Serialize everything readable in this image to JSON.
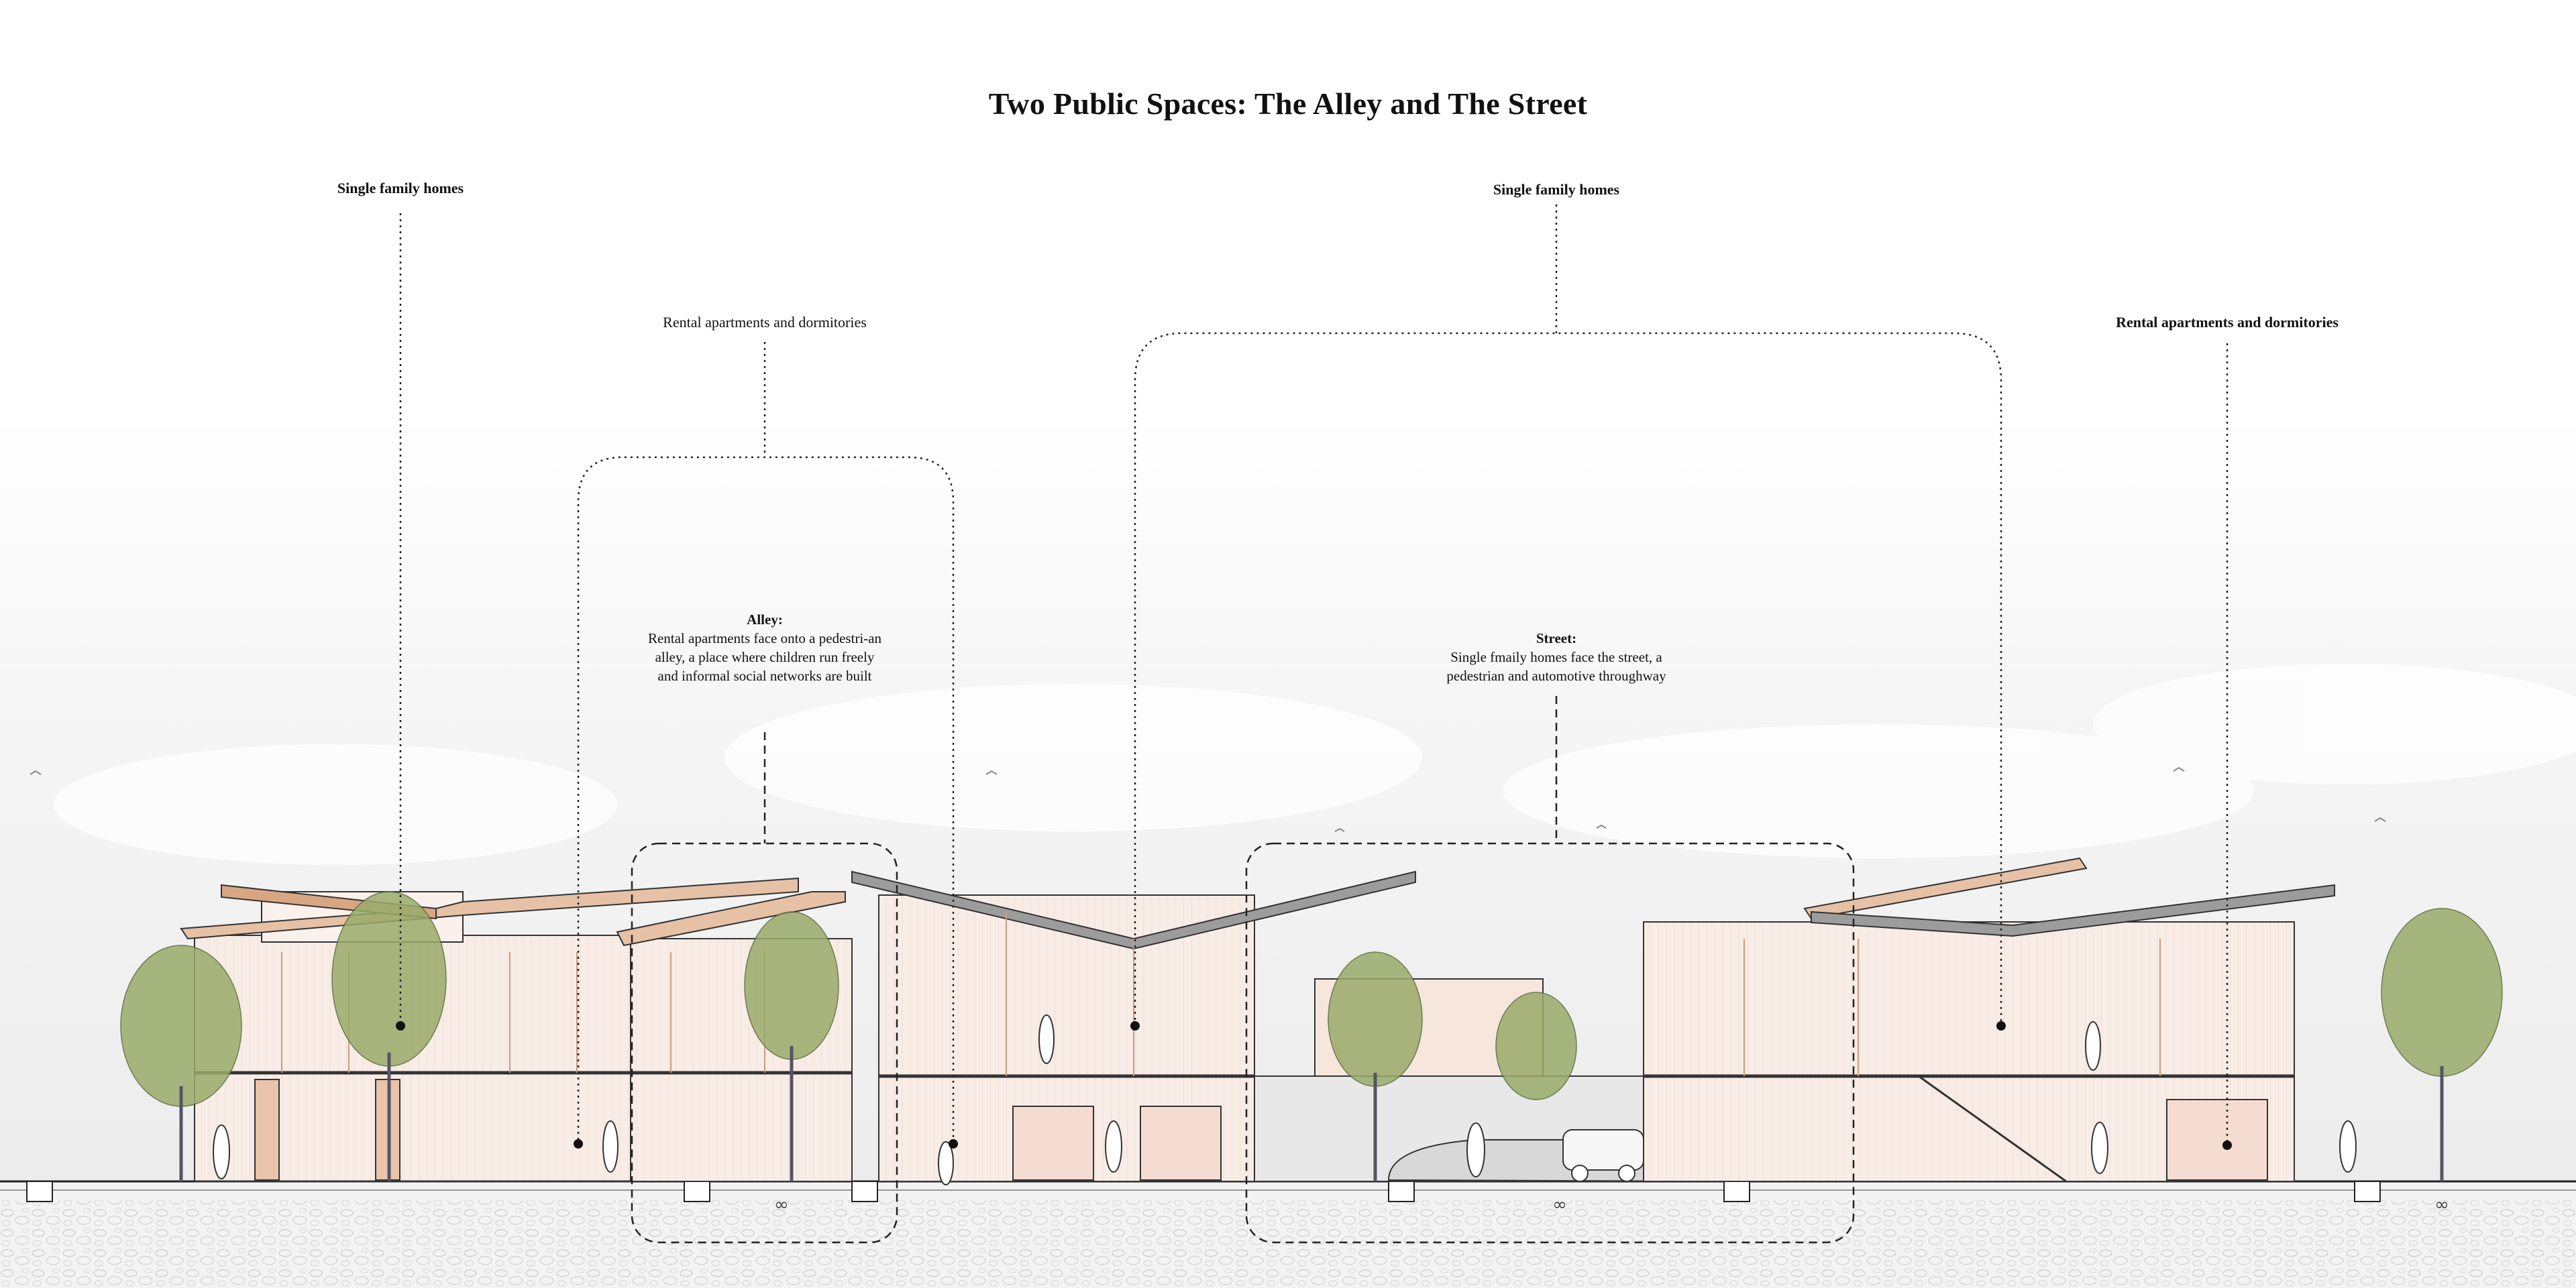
{
  "title": "Two Public Spaces: The Alley and The Street",
  "leaders": {
    "single_family_left": "Single family homes",
    "rental_left": "Rental apartments and dormitories",
    "single_family_center": "Single family homes",
    "rental_right": "Rental apartments and dormitories"
  },
  "callouts": {
    "alley": {
      "heading": "Alley:",
      "body": "Rental apartments face onto a pedestri-an alley, a place where children run freely and informal social networks are built"
    },
    "street": {
      "heading": "Street:",
      "body": "Single fmaily homes face the street, a pedestrian and automotive throughway"
    }
  },
  "section_marks": [
    "∞",
    "∞",
    "∞"
  ],
  "colors": {
    "ink": "#111111",
    "timber": "#d8a27e",
    "interior_wash": "#f8ece6",
    "tree": "#8a9a5b",
    "ground": "#ececec",
    "sky": "#f2f2f2"
  }
}
